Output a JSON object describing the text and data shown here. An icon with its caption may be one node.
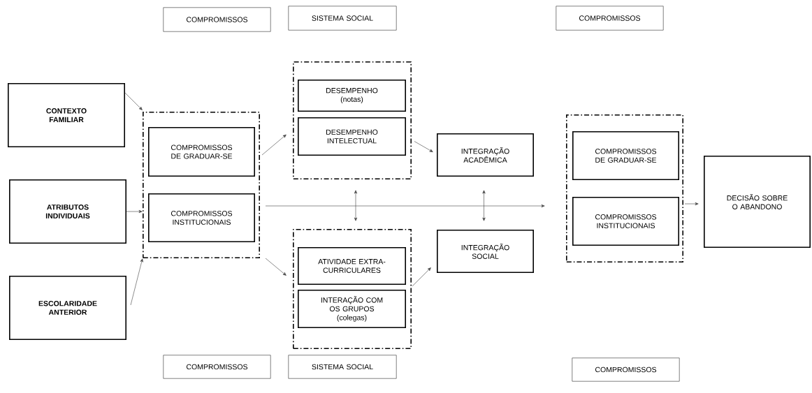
{
  "diagram": {
    "nodes": [
      {
        "text": [
          "COMPROMISSOS"
        ]
      },
      {
        "text": [
          "SISTEMA SOCIAL"
        ]
      },
      {
        "text": [
          "COMPROMISSOS"
        ]
      },
      {
        "text": [
          "CONTEXTO FAMILIAR"
        ]
      },
      {
        "text": [
          "ATRIBUTOS INDIVIDUAIS"
        ]
      },
      {
        "text": [
          "ESCOLARIDADE ANTERIOR"
        ]
      },
      {
        "text": [],
        "shape": "box"
      },
      {
        "text": [
          "COMPROMISSOS DE GRADUAR-SE"
        ],
        "in": 6
      },
      {
        "text": [
          "COMPROMISSOS INSTITUCIONAIS"
        ],
        "in": 6
      },
      {
        "text": [],
        "shape": "box"
      },
      {
        "text": [
          "DESEMPENHO",
          "(notas)"
        ],
        "in": 9
      },
      {
        "text": [
          "DESEMPENHO INTELECTUAL"
        ],
        "in": 9
      },
      {
        "text": [
          "INTEGRAÇÃO ACADÊMICA"
        ]
      },
      {
        "text": [],
        "shape": "box"
      },
      {
        "text": [
          "ATIVIDADE EXTRA-CURRICULARES"
        ],
        "in": 13
      },
      {
        "text": [
          "INTERAÇÃO COM OS GRUPOS",
          "(colegas)"
        ],
        "in": 13
      },
      {
        "text": [
          "INTEGRAÇÃO SOCIAL"
        ]
      },
      {
        "text": [],
        "shape": "box"
      },
      {
        "text": [
          "COMPROMISSOS DE GRADUAR-SE"
        ],
        "in": 17
      },
      {
        "text": [
          "COMPROMISSOS INSTITUCIONAIS"
        ],
        "in": 17
      },
      {
        "text": [
          "DECISÃO SOBRE O ABANDONO"
        ]
      },
      {
        "text": [
          "COMPROMISSOS"
        ]
      },
      {
        "text": [
          "SISTEMA SOCIAL"
        ]
      },
      {
        "text": [
          "COMPROMISSOS"
        ]
      }
    ],
    "edges": [
      {
        "from": 3,
        "to": 6,
        "arrow": "to"
      },
      {
        "from": 4,
        "to": 6,
        "arrow": "to"
      },
      {
        "from": 5,
        "to": 6,
        "arrow": "to"
      },
      {
        "from": 6,
        "to": 9,
        "arrow": "to"
      },
      {
        "from": 6,
        "to": 13,
        "arrow": "to"
      },
      {
        "from": 6,
        "to": 17,
        "arrow": "to"
      },
      {
        "from": 9,
        "to": 12,
        "arrow": "to"
      },
      {
        "from": 13,
        "to": 16,
        "arrow": "to"
      },
      {
        "from": 9,
        "to": 13,
        "arrow": "both"
      },
      {
        "from": 12,
        "to": 16,
        "arrow": "both"
      },
      {
        "from": 17,
        "to": 20,
        "arrow": "to"
      }
    ]
  }
}
